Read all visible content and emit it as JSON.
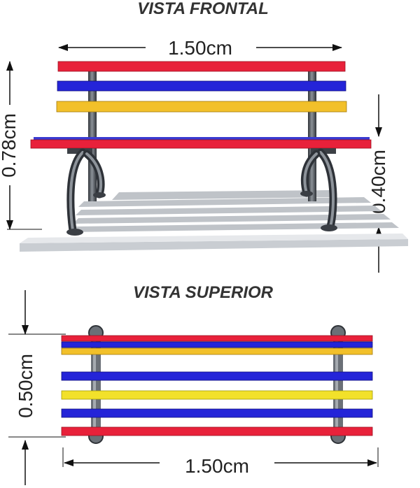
{
  "front_view": {
    "title": "VISTA FRONTAL",
    "width_label": "1.50cm",
    "height_label": "0.78cm",
    "seat_height_label": "0.40cm"
  },
  "top_view": {
    "title": "VISTA SUPERIOR",
    "depth_label": "0.50cm",
    "width_label": "1.50cm"
  },
  "colors": {
    "red": "#e8213a",
    "blue": "#2424d8",
    "yellow": "#f2c02a",
    "metal": "#5a6068",
    "floor": "#dfe2e6",
    "shadow": "#b9bdc3"
  },
  "slat_order": {
    "backrest": [
      "red",
      "blue",
      "yellow"
    ],
    "top_view": [
      "red",
      "blue",
      "yellow",
      "blue",
      "yellow",
      "blue",
      "red"
    ]
  }
}
